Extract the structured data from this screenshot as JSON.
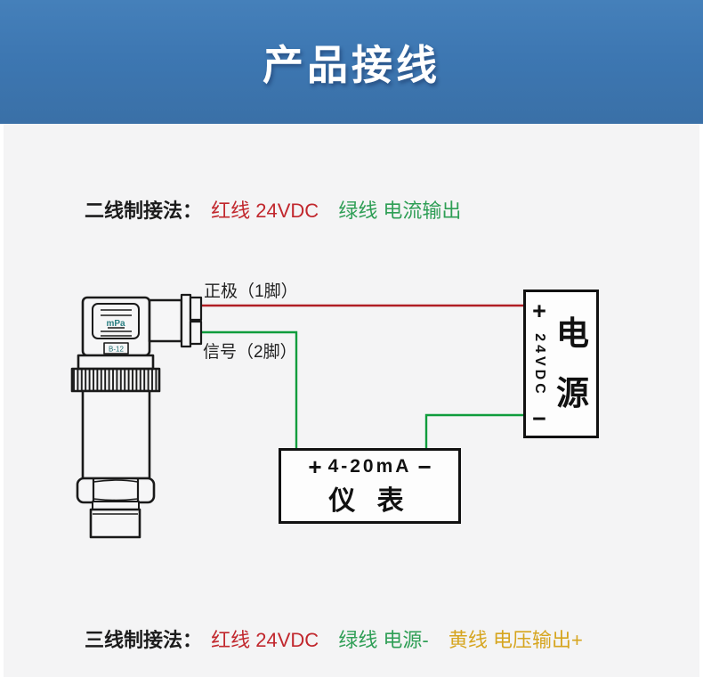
{
  "page": {
    "background": "#f4f4f5"
  },
  "header": {
    "title": "产品接线",
    "gradient_top": "#4580ba",
    "gradient_bottom": "#3a70a7",
    "text_color": "#ffffff"
  },
  "two_wire": {
    "label": "二线制接法：",
    "segments": [
      {
        "text": "红线 24VDC",
        "color": "#c1272d"
      },
      {
        "text": "绿线 电流输出",
        "color": "#2e9e55"
      }
    ]
  },
  "three_wire": {
    "label": "三线制接法：",
    "segments": [
      {
        "text": "红线 24VDC",
        "color": "#c1272d"
      },
      {
        "text": "绿线 电源-",
        "color": "#2e9e55"
      },
      {
        "text": "黄线 电压输出+",
        "color": "#d6a51f"
      }
    ]
  },
  "diagram": {
    "positive_label": "正极（1脚）",
    "signal_label": "信号（2脚）",
    "sensor": {
      "display_text": "mPa",
      "model_text": "B-12"
    },
    "power_box": {
      "plus": "+",
      "voltage": "24VDC",
      "minus": "−",
      "char_top": "电",
      "char_bottom": "源"
    },
    "meter_box": {
      "plus": "+",
      "range": "4-20mA",
      "minus": "−",
      "name": "仪 表"
    },
    "wire_colors": {
      "red": "#b01e24",
      "green": "#0f9c3c"
    }
  }
}
